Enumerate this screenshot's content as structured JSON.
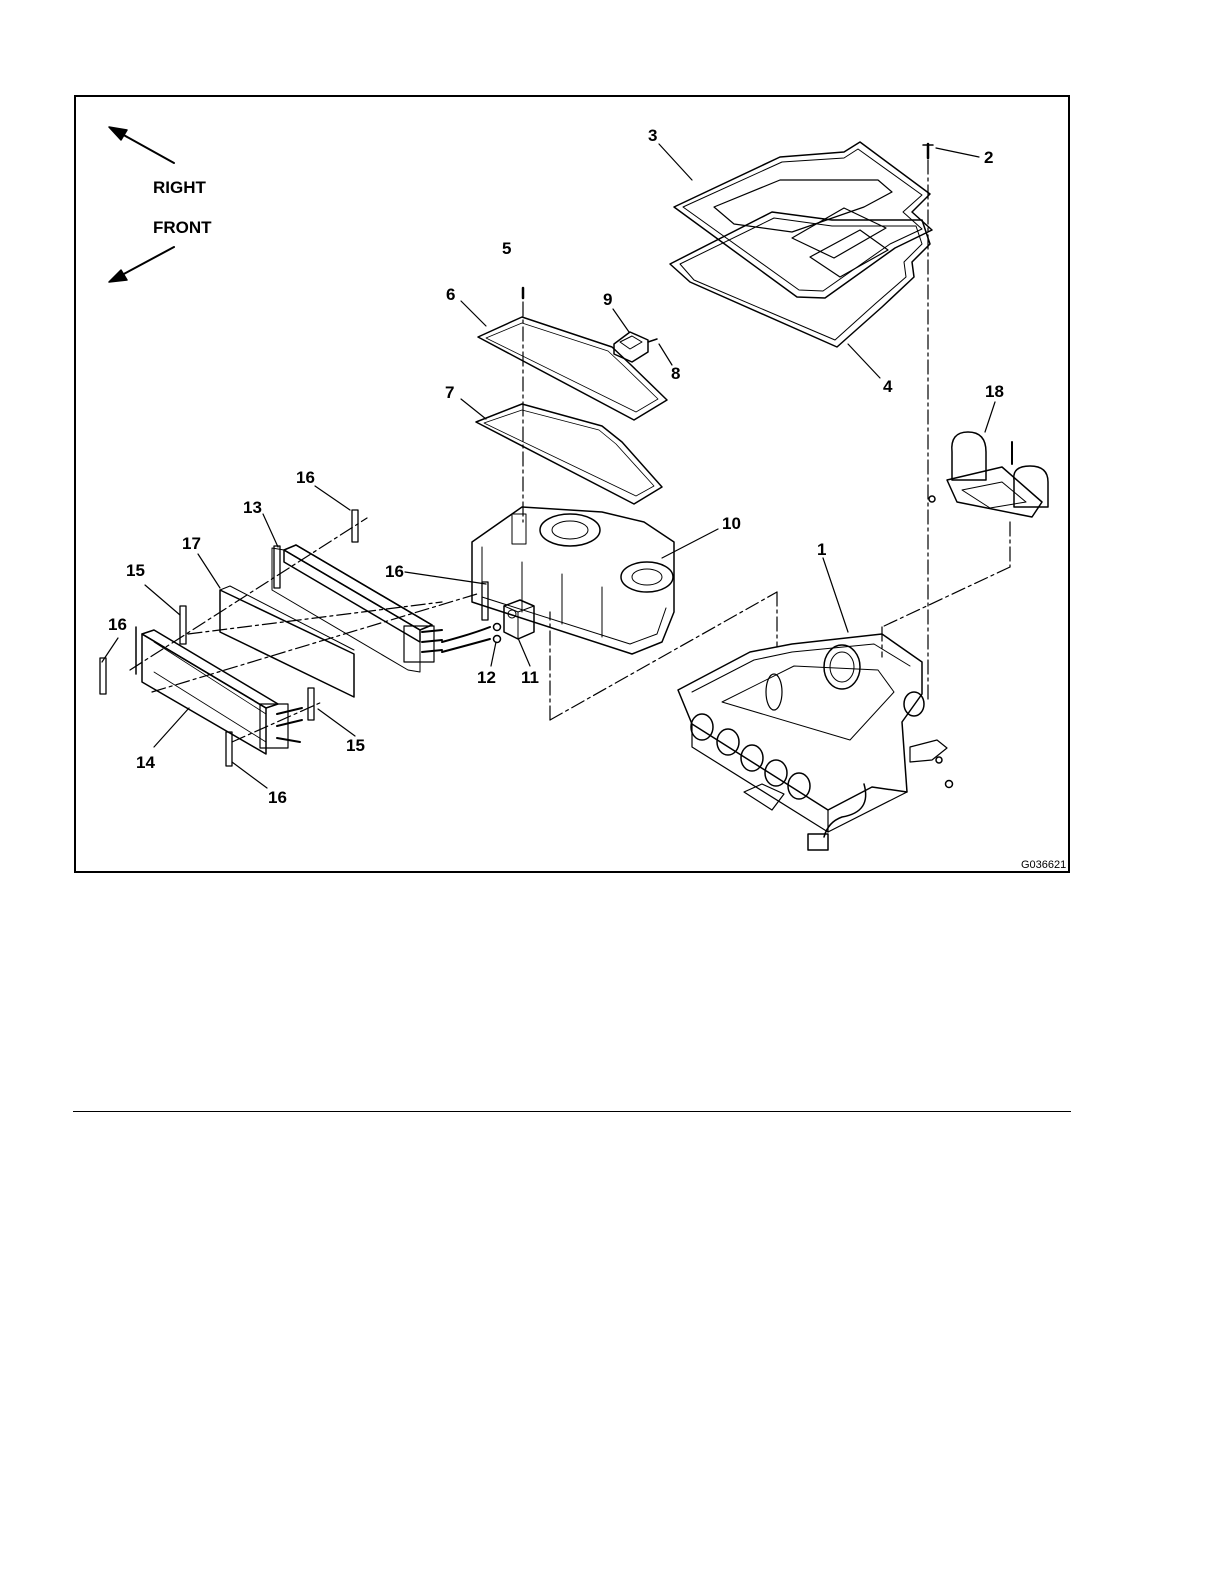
{
  "figure": {
    "figure_ref": "G036621",
    "directions": {
      "right": "RIGHT",
      "front": "FRONT"
    },
    "callouts": {
      "c1": "1",
      "c2": "2",
      "c3": "3",
      "c4": "4",
      "c5": "5",
      "c6": "6",
      "c7": "7",
      "c8": "8",
      "c9": "9",
      "c10": "10",
      "c11": "11",
      "c12": "12",
      "c13": "13",
      "c14": "14",
      "c15a": "15",
      "c15b": "15",
      "c16a": "16",
      "c16b": "16",
      "c16c": "16",
      "c16d": "16",
      "c17": "17",
      "c18": "18"
    }
  }
}
